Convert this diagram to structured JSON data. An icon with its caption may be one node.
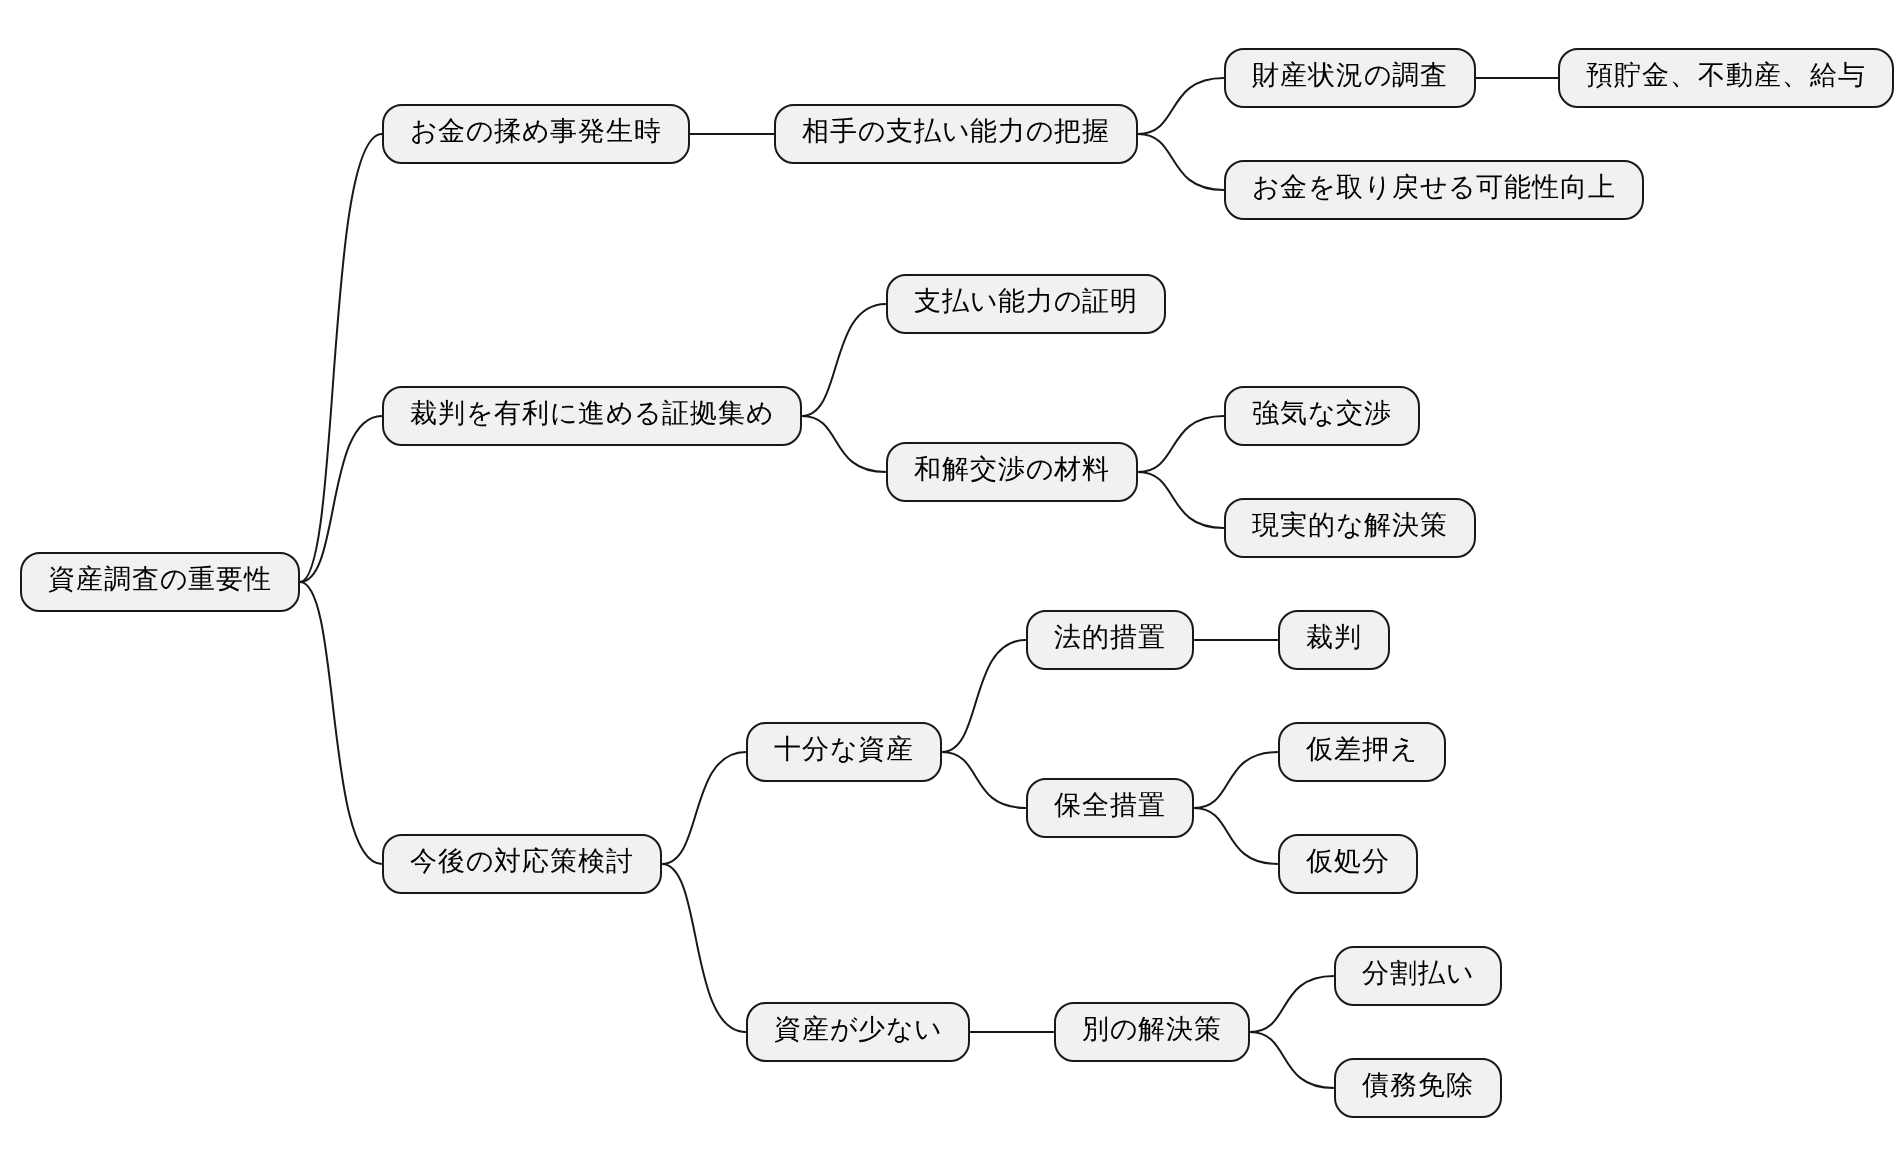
{
  "diagram": {
    "nodes": [
      {
        "text": [
          "資産調査の重要性"
        ]
      },
      {
        "text": [
          "お金の揉め事発生時"
        ]
      },
      {
        "text": [
          "相手の支払い能力の把握"
        ]
      },
      {
        "text": [
          "財産状況の調査"
        ]
      },
      {
        "text": [
          "預貯金、不動産、給与"
        ]
      },
      {
        "text": [
          "お金を取り戻せる可能性向上"
        ]
      },
      {
        "text": [
          "裁判を有利に進める証拠集め"
        ]
      },
      {
        "text": [
          "支払い能力の証明"
        ]
      },
      {
        "text": [
          "和解交渉の材料"
        ]
      },
      {
        "text": [
          "強気な交渉"
        ]
      },
      {
        "text": [
          "現実的な解決策"
        ]
      },
      {
        "text": [
          "今後の対応策検討"
        ]
      },
      {
        "text": [
          "十分な資産"
        ]
      },
      {
        "text": [
          "法的措置"
        ]
      },
      {
        "text": [
          "裁判"
        ]
      },
      {
        "text": [
          "保全措置"
        ]
      },
      {
        "text": [
          "仮差押え"
        ]
      },
      {
        "text": [
          "仮処分"
        ]
      },
      {
        "text": [
          "資産が少ない"
        ]
      },
      {
        "text": [
          "別の解決策"
        ]
      },
      {
        "text": [
          "分割払い"
        ]
      },
      {
        "text": [
          "債務免除"
        ]
      }
    ],
    "edges": [
      {
        "from": 0,
        "to": 1,
        "arrow": "none"
      },
      {
        "from": 1,
        "to": 2,
        "arrow": "none"
      },
      {
        "from": 2,
        "to": 3,
        "arrow": "none"
      },
      {
        "from": 3,
        "to": 4,
        "arrow": "none"
      },
      {
        "from": 2,
        "to": 5,
        "arrow": "none"
      },
      {
        "from": 0,
        "to": 6,
        "arrow": "none"
      },
      {
        "from": 6,
        "to": 7,
        "arrow": "none"
      },
      {
        "from": 6,
        "to": 8,
        "arrow": "none"
      },
      {
        "from": 8,
        "to": 9,
        "arrow": "none"
      },
      {
        "from": 8,
        "to": 10,
        "arrow": "none"
      },
      {
        "from": 0,
        "to": 11,
        "arrow": "none"
      },
      {
        "from": 11,
        "to": 12,
        "arrow": "none"
      },
      {
        "from": 12,
        "to": 13,
        "arrow": "none"
      },
      {
        "from": 13,
        "to": 14,
        "arrow": "none"
      },
      {
        "from": 12,
        "to": 15,
        "arrow": "none"
      },
      {
        "from": 15,
        "to": 16,
        "arrow": "none"
      },
      {
        "from": 15,
        "to": 17,
        "arrow": "none"
      },
      {
        "from": 11,
        "to": 18,
        "arrow": "none"
      },
      {
        "from": 18,
        "to": 19,
        "arrow": "none"
      },
      {
        "from": 19,
        "to": 20,
        "arrow": "none"
      },
      {
        "from": 19,
        "to": 21,
        "arrow": "none"
      }
    ]
  }
}
